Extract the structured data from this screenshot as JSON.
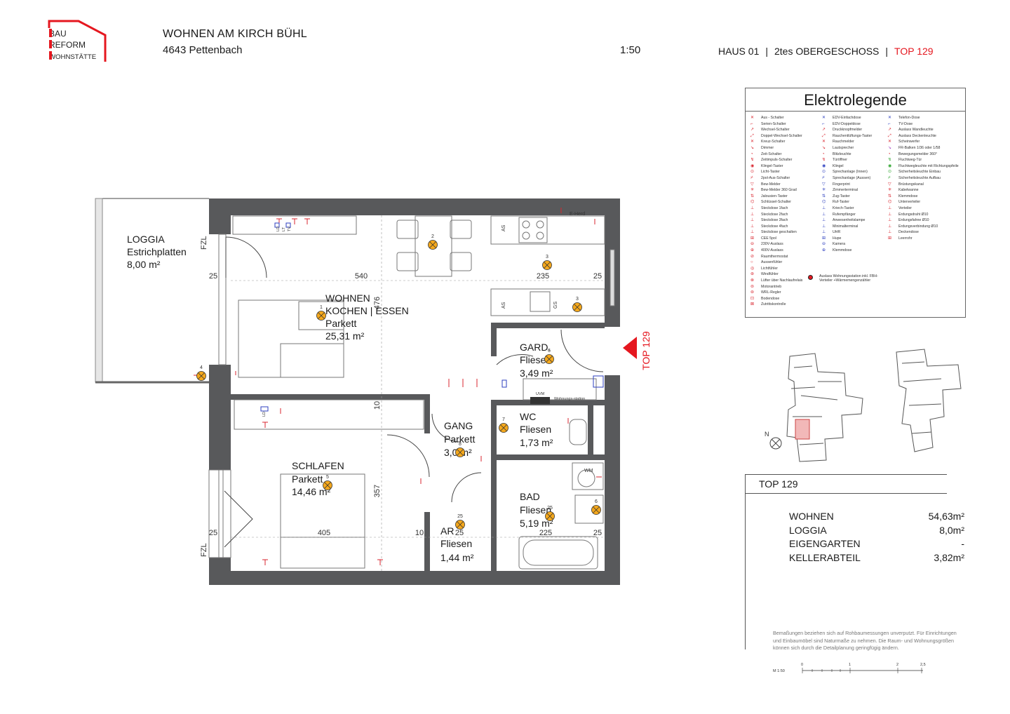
{
  "header": {
    "logo_lines": [
      "BAU",
      "REFORM",
      "WOHNSTÄTTE"
    ],
    "project_name": "WOHNEN AM KIRCH BÜHL",
    "address": "4643 Pettenbach",
    "scale": "1:50",
    "house": "HAUS 01",
    "floor": "2tes OBERGESCHOSS",
    "unit": "TOP 129"
  },
  "colors": {
    "accent_red": "#e5171f",
    "wall": "#58595b",
    "lamp": "#f5a81c",
    "legend_blue": "#2d3fbf"
  },
  "plan": {
    "entrance_label": "TOP 129",
    "rooms": [
      {
        "id": "loggia",
        "lines": [
          "LOGGIA",
          "Estrichplatten"
        ],
        "area": "8,00 m²"
      },
      {
        "id": "wohnen",
        "lines": [
          "WOHNEN",
          "KOCHEN | ESSEN",
          "Parkett"
        ],
        "area": "25,31 m²"
      },
      {
        "id": "gard",
        "lines": [
          "GARD.",
          "Fliesen"
        ],
        "area": "3,49 m²"
      },
      {
        "id": "wc",
        "lines": [
          "WC",
          "Fliesen"
        ],
        "area": "1,73 m²"
      },
      {
        "id": "gang",
        "lines": [
          "GANG",
          "Parkett"
        ],
        "area": "3,0 m²"
      },
      {
        "id": "schlafen",
        "lines": [
          "SCHLAFEN",
          "Parkett"
        ],
        "area": "14,46 m²"
      },
      {
        "id": "bad",
        "lines": [
          "BAD",
          "Fliesen"
        ],
        "area": "5,19 m²"
      },
      {
        "id": "ar",
        "lines": [
          "AR",
          "Fliesen"
        ],
        "area": "1,44 m²"
      }
    ],
    "dimensions": [
      "25",
      "540",
      "235",
      "25",
      "476",
      "10",
      "357",
      "25",
      "405",
      "10",
      "25",
      "225",
      "25"
    ],
    "fzl_labels": [
      "FZL",
      "FZL"
    ],
    "appliance_labels": [
      "AS",
      "AS",
      "GS",
      "E-Herd",
      "WM"
    ],
    "lamp_numbers": [
      "1",
      "2",
      "3",
      "4",
      "5",
      "6",
      "7",
      "8",
      "25",
      "25"
    ],
    "switch_labels": [
      "LD",
      "LT",
      "TV",
      "LD",
      "Wohnungs-station",
      "UVM"
    ]
  },
  "legend": {
    "title": "Elektrolegende",
    "col1": [
      "Aus - Schalter",
      "Serien-Schalter",
      "Wechsel-Schalter",
      "Doppel-Wechsel-Schalter",
      "Kreuz-Schalter",
      "Dimmer",
      "Zeit-Schalter",
      "Zeitimpuls-Schalter",
      "Klingel-Taster",
      "Licht-Taster",
      "2pol-Aus-Schalter",
      "Bew-Melder",
      "Bew-Melder 360 Grad",
      "Jalousien-Taster",
      "Schlüssel-Schalter",
      "Steckdose 1fach",
      "Steckdose 2fach",
      "Steckdose 3fach",
      "Steckdose 4fach",
      "Steckdose geschalten",
      "CEE 5pol",
      "230V-Auslass",
      "400V-Auslass",
      "Raumthermostat",
      "Aussenfühler",
      "Lichtfühler",
      "Windfühler",
      "Lüfter über Nachlaufrelais",
      "Motorantrieb",
      "WRL-Regler",
      "Bodendose",
      "Zutrittskontrolle"
    ],
    "col2": [
      "EDV-Einfachdose",
      "EDV-Doppeldose",
      "Druckknopfmelder",
      "Rauchentlüftungs-Taster",
      "Rauchmelder",
      "Lautsprecher",
      "Blitzleuchte",
      "Türöffner",
      "Klingel",
      "Sprechanlage (Innen)",
      "Sprechanlage (Aussen)",
      "Fingerprint",
      "Zimmerterminal",
      "Zug-Taster",
      "Ruf-Taster",
      "Kriech-Taster",
      "Rufempfänger",
      "Anwesenheitslampe",
      "Minimalterminal",
      "UHR",
      "Hupe",
      "Kamera",
      "Klemmdose"
    ],
    "col3": [
      "Telefon-Dose",
      "TV-Dose",
      "Auslass Wandleuchte",
      "Auslass Deckenleuchte",
      "Scheinwerfer",
      "FR-Balken 1/36 oder 1/58",
      "Bewegungsmelder 360°",
      "Fluchtweg-Tür",
      "Fluchtwegleuchte mit Richtungspfeile",
      "Sicherheitsleuchte Einbau",
      "Sicherheitsleuchte Aufbau",
      "Brüstungskanal",
      "Kabelwanne",
      "Klemmdose",
      "Unterverteiler",
      "Verteiler",
      "Erdungsdraht Ø10",
      "Erdungsfahne Ø10",
      "Erdungsverbindung Ø10",
      "Deckendose",
      "Leerrohr"
    ],
    "note": "Auslass Wohnungsstation inkl. FBH-Verteiler +Wärmemengenzähler"
  },
  "summary": {
    "unit_label": "TOP 129",
    "rows": [
      {
        "label": "WOHNEN",
        "value": "54,63m²"
      },
      {
        "label": "LOGGIA",
        "value": "8,0m²"
      },
      {
        "label": "EIGENGARTEN",
        "value": "-"
      },
      {
        "label": "KELLERABTEIL",
        "value": "3,82m²"
      }
    ]
  },
  "site_plan": {
    "north_label": "N"
  },
  "disclaimer": "Bemaßungen beziehen sich auf Rohbaumessungen unverputzt. Für Einrichtungen und Einbaumöbel sind Naturmaße zu nehmen. Die Raum- und Wohnungsgrößen können sich durch die Detailplanung geringfügig ändern.",
  "scalebar": {
    "label": "M 1:50",
    "ticks": [
      "0",
      "1",
      "2",
      "2,5"
    ]
  }
}
